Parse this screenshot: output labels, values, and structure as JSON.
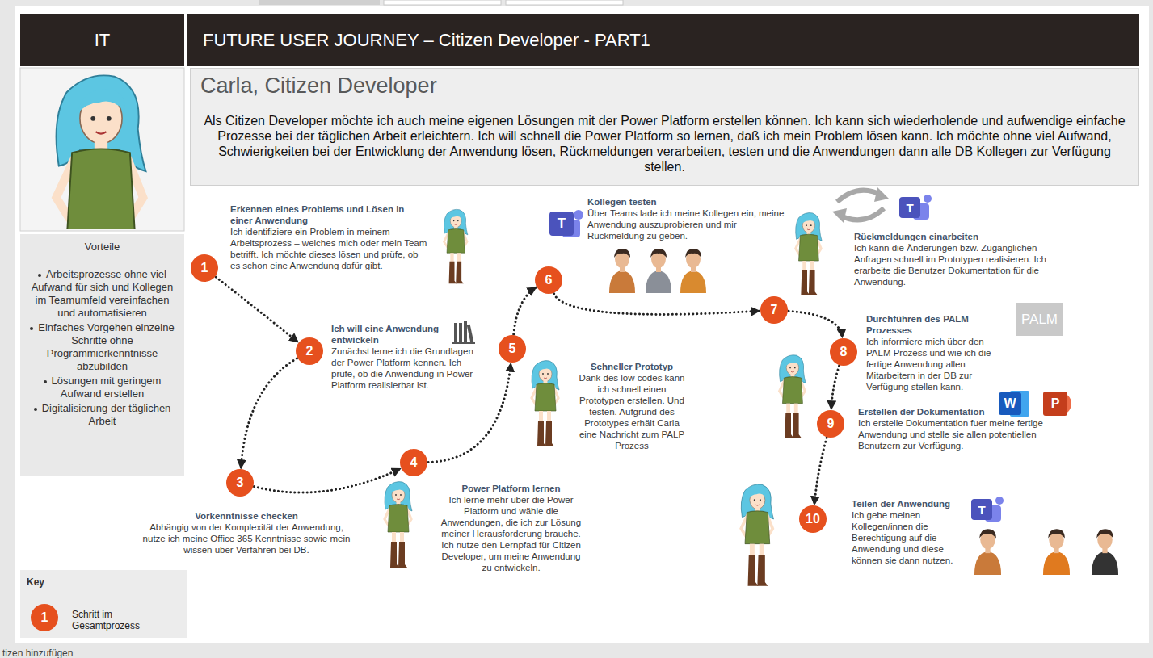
{
  "diagram": {
    "nodes": [
      {
        "text": [
          "IT"
        ]
      },
      {
        "text": [
          "FUTURE USER JOURNEY – Citizen Developer - PART1"
        ]
      },
      {
        "text": [
          "Carla, Citizen Developer",
          "Als Citizen Developer möchte ich auch meine eigenen Lösungen mit der Power Platform erstellen können. Ich kann sich wiederholende und aufwendige einfache Prozesse bei der täglichen Arbeit erleichtern. Ich will schnell die Power Platform so lernen, daß ich mein Problem lösen kann. Ich möchte ohne viel Aufwand, Schwierigkeiten bei der Entwicklung der Anwendung lösen, Rückmeldungen verarbeiten, testen und die Anwendungen dann alle DB Kollegen zur Verfügung stellen."
        ]
      },
      {
        "text": [
          "Vorteile",
          "Arbeitsprozesse ohne viel Aufwand für sich und Kollegen im Teamumfeld vereinfachen und automatisieren",
          "Einfaches Vorgehen einzelne Schritte ohne Programmierkenntnisse abzubilden",
          "Lösungen mit geringem Aufwand erstellen",
          "Digitalisierung der täglichen Arbeit"
        ]
      },
      {
        "text": [
          "1"
        ]
      },
      {
        "text": [
          "2"
        ]
      },
      {
        "text": [
          "3"
        ]
      },
      {
        "text": [
          "4"
        ]
      },
      {
        "text": [
          "5"
        ]
      },
      {
        "text": [
          "6"
        ]
      },
      {
        "text": [
          "7"
        ]
      },
      {
        "text": [
          "8"
        ]
      },
      {
        "text": [
          "9"
        ]
      },
      {
        "text": [
          "10"
        ]
      },
      {
        "text": [
          "PALM"
        ]
      },
      {
        "text": [
          "Key",
          "Schritt im Gesamtprozess"
        ]
      },
      {
        "text": [
          "1"
        ],
        "in": 15
      }
    ],
    "edges": [
      {
        "from": 4,
        "to": 5,
        "arrow": "to"
      },
      {
        "from": 5,
        "to": 6,
        "arrow": "to"
      },
      {
        "from": 6,
        "to": 7,
        "arrow": "to"
      },
      {
        "from": 7,
        "to": 8,
        "arrow": "to"
      },
      {
        "from": 8,
        "to": 9,
        "arrow": "to"
      },
      {
        "from": 9,
        "to": 10,
        "arrow": "to"
      },
      {
        "from": 10,
        "to": 11,
        "arrow": "to"
      },
      {
        "from": 11,
        "to": 12,
        "arrow": "to"
      },
      {
        "from": 12,
        "to": 13,
        "arrow": "to"
      }
    ],
    "labels": [
      "Erkennen eines Problems und Lösen in einer Anwendung",
      "Ich identifiziere ein Problem in meinem Arbeitsprozess – welches mich oder mein Team betrifft. Ich möchte dieses lösen und prüfe, ob es schon eine Anwendung dafür gibt.",
      "Ich will eine Anwendung entwickeln",
      "Zunächst lerne ich die Grundlagen der Power Platform kennen. Ich prüfe, ob die Anwendung in Power Platform realisierbar ist.",
      "Vorkenntnisse checken",
      "Abhängig von der Komplexität der Anwendung, nutze ich meine Office 365 Kenntnisse sowie mein wissen über Verfahren bei DB.",
      "Power Platform lernen",
      "Ich lerne mehr über die Power Platform und wähle die Anwendungen, die ich zur Lösung meiner Herausforderung brauche. Ich nutze den Lernpfad für Citizen Developer, um meine Anwendung zu entwickeln.",
      "Schneller Prototyp",
      "Dank des low codes kann ich schnell einen Prototypen erstellen. Und testen. Aufgrund des Prototypes erhält Carla eine Nachricht zum PALP Prozess",
      "Kollegen testen",
      "Über Teams lade ich meine Kollegen ein, meine Anwendung auszuprobieren und mir Rückmeldung zu geben.",
      "Rückmeldungen einarbeiten",
      "Ich kann die Änderungen bzw. Zugänglichen Anfragen schnell im Prototypen realisieren. Ich erarbeite die Benutzer Dokumentation für die Anwendung.",
      "Durchführen des PALM Prozesses",
      "Ich informiere mich über den PALM Prozess und wie ich die fertige Anwendung allen Mitarbeitern in der DB zur Verfügung stellen kann.",
      "Erstellen der Dokumentation",
      "Ich erstelle Dokumentation fuer meine fertige Anwendung und stelle sie allen potentiellen Benutzern zur Verfügung.",
      "Teilen der Anwendung",
      "Ich gebe meinen Kollegen/innen die Berechtigung auf die Anwendung und diese können sie dann nutzen.",
      "T",
      "T",
      "W",
      "P",
      "T",
      "tizen hinzufügen"
    ]
  }
}
